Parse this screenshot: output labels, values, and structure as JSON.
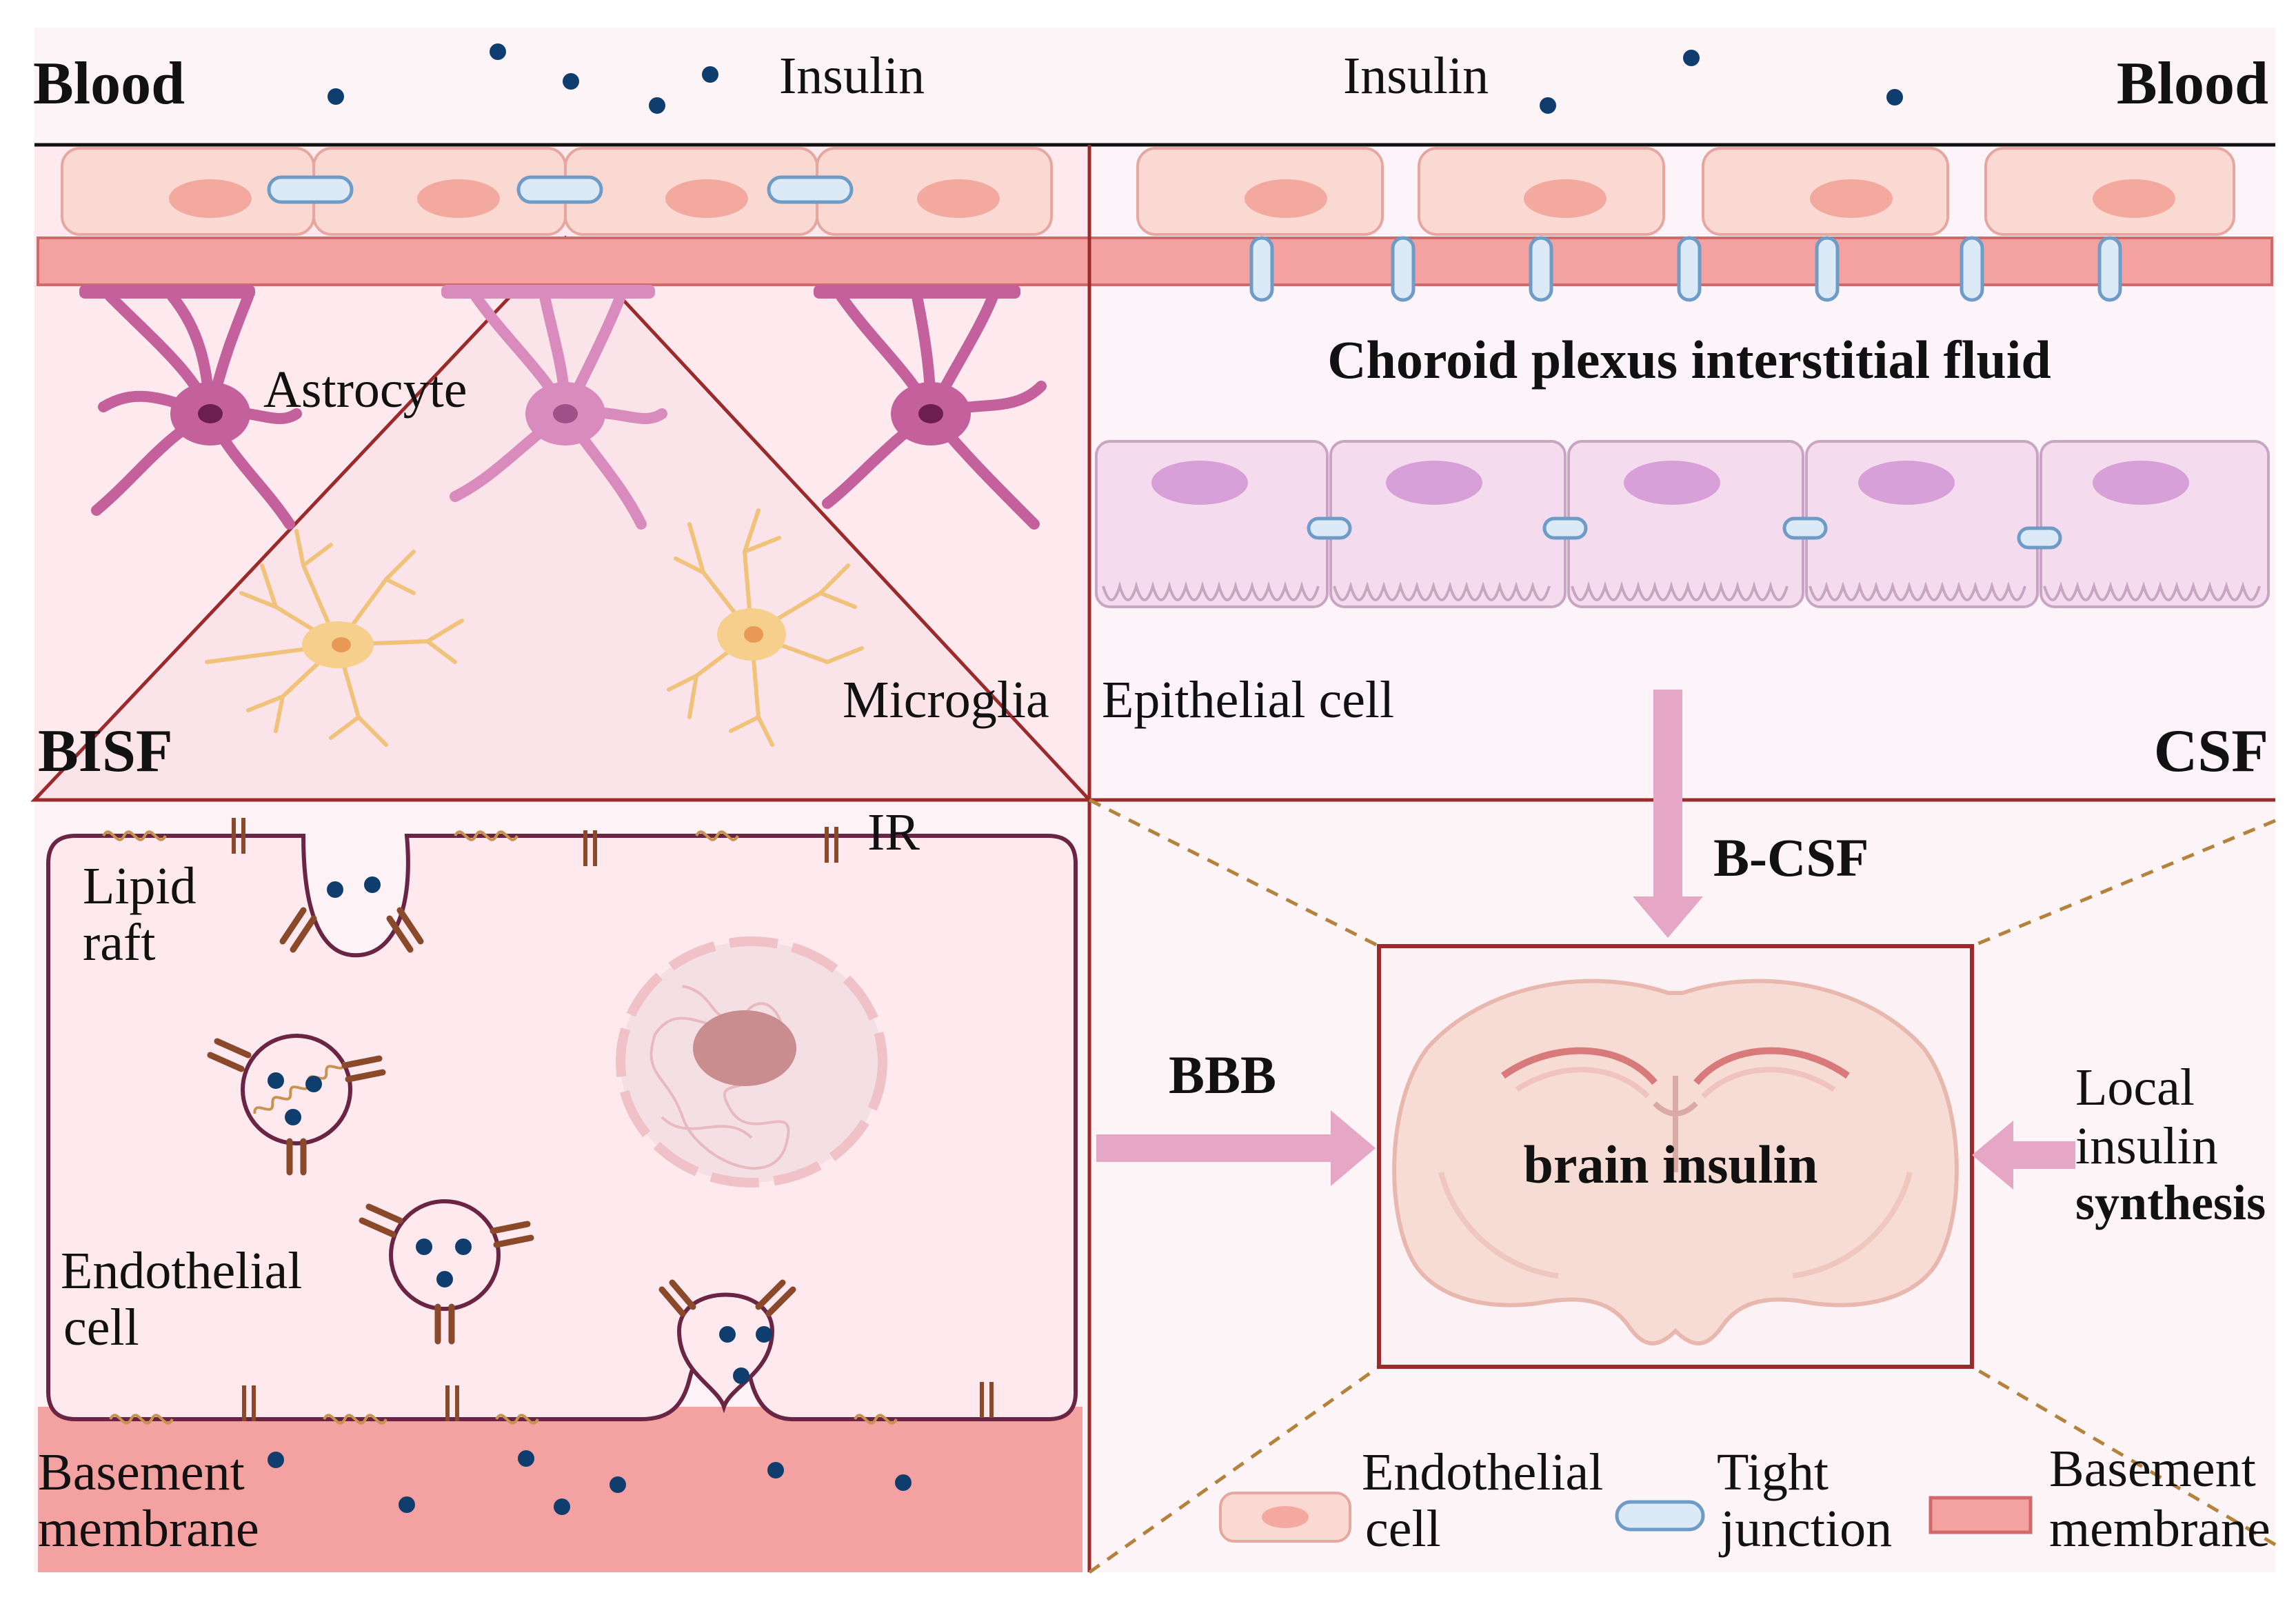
{
  "labels": {
    "blood_left": "Blood",
    "blood_right": "Blood",
    "insulin_left": "Insulin",
    "insulin_right": "Insulin",
    "astrocyte": "Astrocyte",
    "microglia": "Microglia",
    "bisf": "BISF",
    "csf": "CSF",
    "choroid_plexus": "Choroid plexus interstitial fluid",
    "epithelial_cell": "Epithelial cell",
    "b_csf": "B-CSF",
    "bbb": "BBB",
    "brain_insulin": "brain insulin",
    "local": "Local",
    "insulin": "insulin",
    "synthesis": "synthesis",
    "ir": "IR",
    "lipid": "Lipid",
    "raft": "raft",
    "endothelial": "Endothelial",
    "cell": "cell",
    "basement": "Basement",
    "membrane": "membrane"
  },
  "legend": {
    "endothelial_1": "Endothelial",
    "endothelial_2": "cell",
    "tight_1": "Tight",
    "tight_2": "junction",
    "basement_1": "Basement",
    "basement_2": "membrane"
  },
  "colors": {
    "insulin_dot": "#0f3d6e",
    "divider": "#9c2a2a",
    "endothelial_fill": "#fbd9d3",
    "endothelial_nucleus": "#f4a99e",
    "basement": "#f3a1a1",
    "tight_junction": "#dbeaf6",
    "epithelial_fill": "#f4dcee",
    "epithelial_nucleus": "#d8a0d8",
    "astrocyte": "#c4609c",
    "microglia": "#f1c27a",
    "ir": "#8a4a2a",
    "arrow": "#e6a6c6",
    "panel_bg": "#fdf0f6"
  }
}
